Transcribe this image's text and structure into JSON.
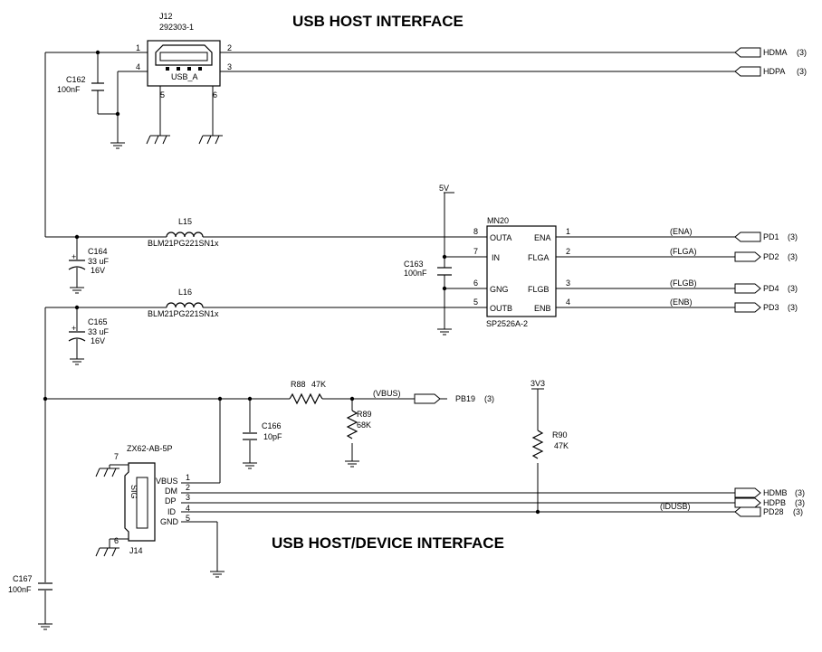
{
  "titles": {
    "host": "USB HOST INTERFACE",
    "host_device": "USB HOST/DEVICE INTERFACE"
  },
  "j12": {
    "ref": "J12",
    "part": "292303-1",
    "type": "USB_A",
    "pins": [
      "1",
      "2",
      "3",
      "4",
      "5",
      "6"
    ]
  },
  "c162": {
    "ref": "C162",
    "value": "100nF"
  },
  "c163": {
    "ref": "C163",
    "value": "100nF"
  },
  "c164": {
    "ref": "C164",
    "value1": "33 uF",
    "value2": "16V"
  },
  "c165": {
    "ref": "C165",
    "value1": "33 uF",
    "value2": "16V"
  },
  "c166": {
    "ref": "C166",
    "value": "10pF"
  },
  "c167": {
    "ref": "C167",
    "value": "100nF"
  },
  "l15": {
    "ref": "L15",
    "part": "BLM21PG221SN1x"
  },
  "l16": {
    "ref": "L16",
    "part": "BLM21PG221SN1x"
  },
  "r88": {
    "ref": "R88",
    "value": "47K"
  },
  "r89": {
    "ref": "R89",
    "value": "68K"
  },
  "r90": {
    "ref": "R90",
    "value": "47K"
  },
  "power": {
    "v5": "5V",
    "v33": "3V3"
  },
  "mn20": {
    "ref": "MN20",
    "part": "SP2526A-2",
    "left": [
      {
        "num": "8",
        "name": "OUTA"
      },
      {
        "num": "7",
        "name": "IN"
      },
      {
        "num": "6",
        "name": "GNG"
      },
      {
        "num": "5",
        "name": "OUTB"
      }
    ],
    "right": [
      {
        "num": "1",
        "name": "ENA"
      },
      {
        "num": "2",
        "name": "FLGA"
      },
      {
        "num": "3",
        "name": "FLGB"
      },
      {
        "num": "4",
        "name": "ENB"
      }
    ]
  },
  "net_labels": [
    "(ENA)",
    "(FLGA)",
    "(FLGB)",
    "(ENB)",
    "(VBUS)",
    "(IDUSB)"
  ],
  "ports": [
    {
      "name": "HDMA",
      "ref": "(3)"
    },
    {
      "name": "HDPA",
      "ref": "(3)"
    },
    {
      "name": "PD1",
      "ref": "(3)"
    },
    {
      "name": "PD2",
      "ref": "(3)"
    },
    {
      "name": "PD4",
      "ref": "(3)"
    },
    {
      "name": "PD3",
      "ref": "(3)"
    },
    {
      "name": "PB19",
      "ref": "(3)"
    },
    {
      "name": "HDMB",
      "ref": "(3)"
    },
    {
      "name": "HDPB",
      "ref": "(3)"
    },
    {
      "name": "PD28",
      "ref": "(3)"
    }
  ],
  "j14": {
    "ref": "J14",
    "part": "ZX62-AB-5P",
    "side": "SIG",
    "shield_pins": [
      "7",
      "6"
    ],
    "pins": [
      {
        "num": "1",
        "name": "VBUS"
      },
      {
        "num": "2",
        "name": "DM"
      },
      {
        "num": "3",
        "name": "DP"
      },
      {
        "num": "4",
        "name": "ID"
      },
      {
        "num": "5",
        "name": "GND"
      }
    ]
  }
}
